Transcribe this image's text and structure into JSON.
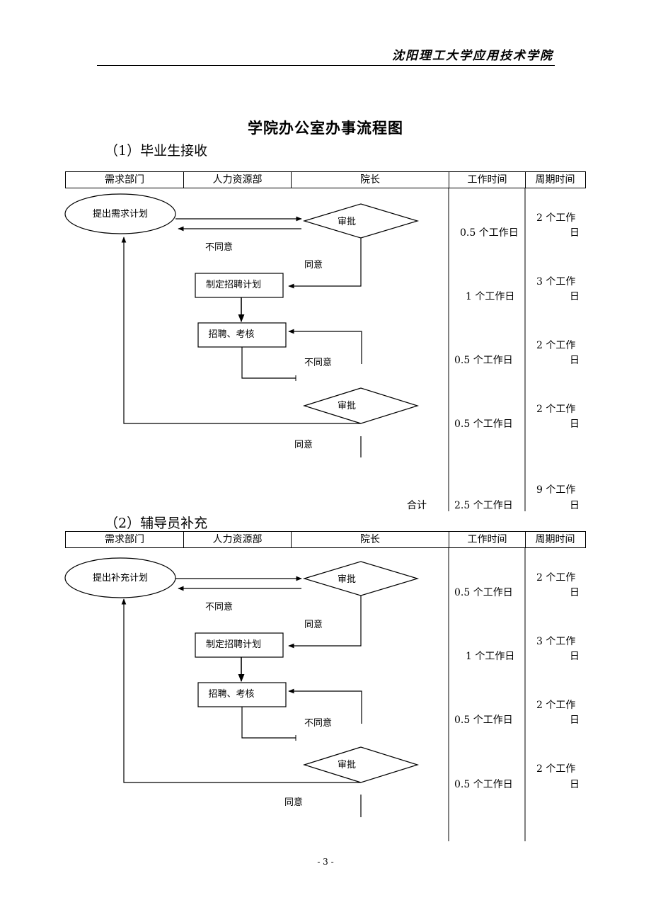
{
  "header": {
    "school": "沈阳理工大学应用技术学院"
  },
  "doc_title": "学院办公室办事流程图",
  "columns": [
    "需求部门",
    "人力资源部",
    "院长",
    "工作时间",
    "周期时间"
  ],
  "section1": {
    "title": "（1）毕业生接收",
    "start": "提出需求计划",
    "approve1": "审批",
    "disagree1": "不同意",
    "agree1": "同意",
    "plan": "制定招聘计划",
    "recruit": "招聘、考核",
    "disagree2": "不同意",
    "approve2": "审批",
    "agree2": "同意",
    "rows": [
      {
        "work": "0.5 个工作日",
        "cycle_a": "2 个工作",
        "cycle_b": "日"
      },
      {
        "work": "1 个工作日",
        "cycle_a": "3 个工作",
        "cycle_b": "日"
      },
      {
        "work": "0.5 个工作日",
        "cycle_a": "2 个工作",
        "cycle_b": "日"
      },
      {
        "work": "0.5 个工作日",
        "cycle_a": "2 个工作",
        "cycle_b": "日"
      }
    ],
    "total_label": "合计",
    "total_work": "2.5 个工作日",
    "total_cycle_a": "9 个工作",
    "total_cycle_b": "日"
  },
  "section2": {
    "title": "（2）辅导员补充",
    "start": "提出补充计划",
    "approve1": "审批",
    "disagree1": "不同意",
    "agree1": "同意",
    "plan": "制定招聘计划",
    "recruit": "招聘、考核",
    "disagree2": "不同意",
    "approve2": "审批",
    "agree2": "同意",
    "rows": [
      {
        "work": "0.5 个工作日",
        "cycle_a": "2 个工作",
        "cycle_b": "日"
      },
      {
        "work": "1 个工作日",
        "cycle_a": "3 个工作",
        "cycle_b": "日"
      },
      {
        "work": "0.5 个工作日",
        "cycle_a": "2 个工作",
        "cycle_b": "日"
      },
      {
        "work": "0.5 个工作日",
        "cycle_a": "2 个工作",
        "cycle_b": "日"
      }
    ]
  },
  "page_number": "- 3 -"
}
